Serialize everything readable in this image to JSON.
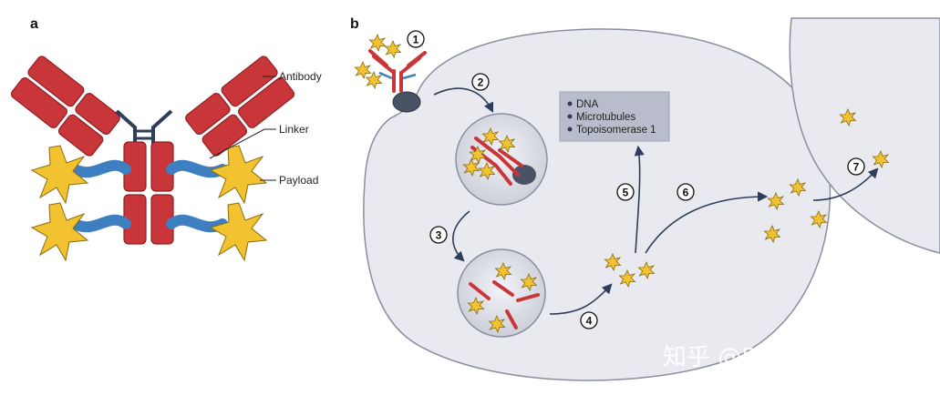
{
  "panels": {
    "a": "a",
    "b": "b"
  },
  "callouts": {
    "antibody": "Antibody",
    "linker": "Linker",
    "payload": "Payload"
  },
  "steps": [
    "1",
    "2",
    "3",
    "4",
    "5",
    "6",
    "7"
  ],
  "targets": [
    "DNA",
    "Microtubules",
    "Topoisomerase 1"
  ],
  "watermark": "知乎 @Biotech 前瞻",
  "colors": {
    "antibody_red": "#c8363a",
    "antibody_dark": "#8e2024",
    "linker_blue": "#3d7fc1",
    "payload_yellow": "#f2c230",
    "cell_fill": "#e9eaf0",
    "cell_stroke": "#8a8fa0",
    "arrow": "#2c3e5a"
  },
  "icons": {
    "payload": "payload-star-icon",
    "receptor": "receptor-icon"
  }
}
